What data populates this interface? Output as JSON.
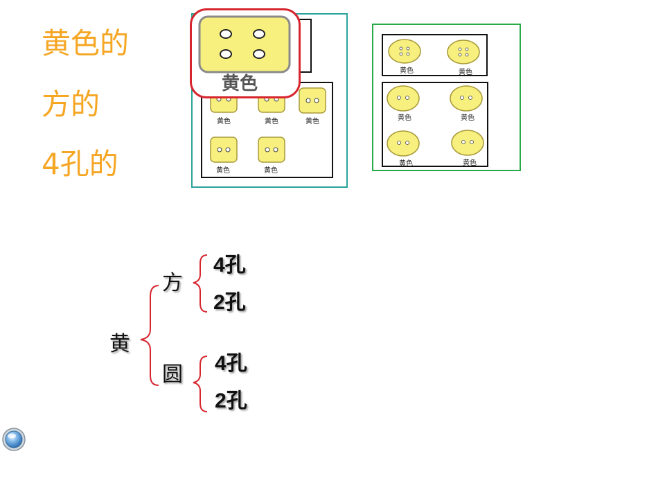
{
  "colors": {
    "heading": "#f5a623",
    "button_fill": "#f7ef7e",
    "button_stroke": "#a89a3a",
    "teal_frame": "#2aa39a",
    "green_frame": "#2aa84a",
    "red_highlight": "#d7252e",
    "brace_red": "#d7252e"
  },
  "criteria": {
    "line1": "黄色的",
    "line2": "方的",
    "line3": "4孔的"
  },
  "left_group": {
    "highlight_label": "黄色",
    "buttons": [
      {
        "label": "黄色",
        "shape": "square",
        "holes": 2
      },
      {
        "label": "黄色",
        "shape": "square",
        "holes": 2
      },
      {
        "label": "黄色",
        "shape": "square",
        "holes": 2
      },
      {
        "label": "黄色",
        "shape": "square",
        "holes": 2
      },
      {
        "label": "黄色",
        "shape": "square",
        "holes": 2
      }
    ]
  },
  "right_group": {
    "top_buttons": [
      {
        "label": "黄色",
        "shape": "round",
        "holes": 4
      },
      {
        "label": "黄色",
        "shape": "round",
        "holes": 4
      }
    ],
    "bottom_buttons": [
      {
        "label": "黄色",
        "shape": "round",
        "holes": 2
      },
      {
        "label": "黄色",
        "shape": "round",
        "holes": 2
      },
      {
        "label": "黄色",
        "shape": "round",
        "holes": 2
      },
      {
        "label": "黄色",
        "shape": "round",
        "holes": 2
      }
    ]
  },
  "tree": {
    "root": "黄",
    "square": {
      "label": "方",
      "four": "4孔",
      "two": "2孔"
    },
    "round": {
      "label": "圆",
      "four": "4孔",
      "two": "2孔"
    }
  },
  "nav": {
    "icon": "orb-button-icon"
  }
}
